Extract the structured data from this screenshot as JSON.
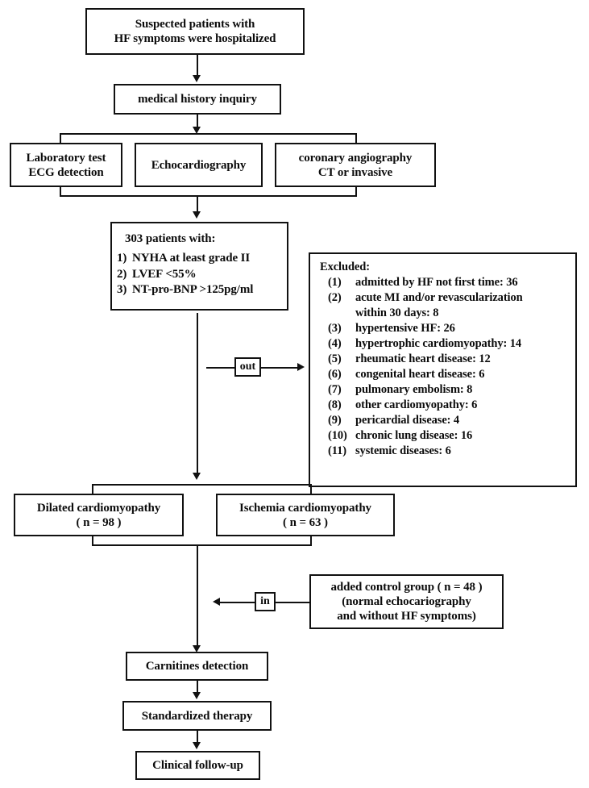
{
  "figure": {
    "type": "flowchart",
    "title": "Heart failure study patient enrollment flowchart"
  },
  "nodes": {
    "suspected": {
      "line1": "Suspected patients with",
      "line2": "HF symptoms were hospitalized"
    },
    "history": {
      "line1": "medical history inquiry"
    },
    "lab": {
      "line1": "Laboratory test",
      "line2": "ECG detection"
    },
    "echo": {
      "line1": "Echocardiography"
    },
    "angio": {
      "line1": "coronary angiography",
      "line2": "CT or invasive"
    },
    "criteria": {
      "header": "303 patients with:",
      "items": [
        {
          "num": "1)",
          "text": "NYHA at least grade II"
        },
        {
          "num": "2)",
          "text": "LVEF <55%"
        },
        {
          "num": "3)",
          "text": "NT-pro-BNP >125pg/ml"
        }
      ]
    },
    "excluded": {
      "title": "Excluded:",
      "items": [
        {
          "num": "(1)",
          "text": "admitted by HF not first time: 36",
          "cont": null
        },
        {
          "num": "(2)",
          "text": "acute MI and/or revascularization",
          "cont": "within 30 days:  8"
        },
        {
          "num": "(3)",
          "text": "hypertensive HF: 26",
          "cont": null
        },
        {
          "num": "(4)",
          "text": "hypertrophic cardiomyopathy: 14",
          "cont": null
        },
        {
          "num": "(5)",
          "text": "rheumatic heart disease: 12",
          "cont": null
        },
        {
          "num": "(6)",
          "text": "congenital heart disease: 6",
          "cont": null
        },
        {
          "num": "(7)",
          "text": "pulmonary embolism: 8",
          "cont": null
        },
        {
          "num": "(8)",
          "text": "other cardiomyopathy: 6",
          "cont": null
        },
        {
          "num": "(9)",
          "text": "pericardial disease: 4",
          "cont": null
        },
        {
          "num": "(10)",
          "text": "chronic lung disease: 16",
          "cont": null
        },
        {
          "num": "(11)",
          "text": "systemic diseases: 6",
          "cont": null
        }
      ]
    },
    "dcm": {
      "line1": "Dilated cardiomyopathy",
      "line2": "( n = 98 )"
    },
    "icm": {
      "line1": "Ischemia cardiomyopathy",
      "line2": "( n = 63 )"
    },
    "control": {
      "line1": "added control group ( n = 48 )",
      "line2": "(normal echocariography",
      "line3": "and without HF symptoms)"
    },
    "carnitines": {
      "line1": "Carnitines detection"
    },
    "therapy": {
      "line1": "Standardized therapy"
    },
    "followup": {
      "line1": "Clinical follow-up"
    }
  },
  "connectors": {
    "out_label": "out",
    "in_label": "in"
  },
  "colors": {
    "stroke": "#111111",
    "background": "#ffffff",
    "text": "#0c0c0c"
  }
}
